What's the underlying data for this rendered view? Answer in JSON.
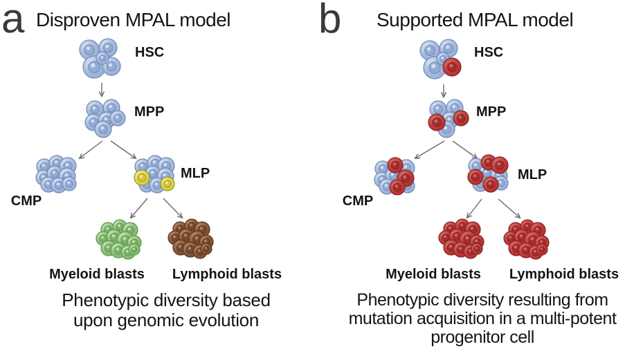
{
  "panels": [
    {
      "letter": "a",
      "title": "Disproven MPAL model",
      "caption_lines": [
        "Phenotypic diversity based",
        "upon genomic evolution"
      ],
      "nodes": {
        "hsc": {
          "label": "HSC",
          "scheme": "blue"
        },
        "mpp": {
          "label": "MPP",
          "scheme": "blue"
        },
        "cmp": {
          "label": "CMP",
          "scheme": "blue"
        },
        "mlp": {
          "label": "MLP",
          "scheme": "blue",
          "accent_scheme": "yellow",
          "accent_cells": [
            3,
            8
          ]
        },
        "myeloid": {
          "label": "Myeloid blasts",
          "scheme": "green"
        },
        "lymphoid": {
          "label": "Lymphoid blasts",
          "scheme": "brown"
        }
      },
      "edges": [
        [
          "hsc",
          "mpp"
        ],
        [
          "mpp",
          "cmp"
        ],
        [
          "mpp",
          "mlp"
        ],
        [
          "mlp",
          "myeloid"
        ],
        [
          "mlp",
          "lymphoid"
        ]
      ]
    },
    {
      "letter": "b",
      "title": "Supported MPAL model",
      "caption_lines": [
        "Phenotypic diversity resulting from",
        "mutation acquisition in a multi-potent",
        "progenitor cell"
      ],
      "nodes": {
        "hsc": {
          "label": "HSC",
          "scheme": "blue",
          "accent_scheme": "red",
          "accent_cells": [
            3
          ]
        },
        "mpp": {
          "label": "MPP",
          "scheme": "blue",
          "accent_scheme": "red",
          "accent_cells": [
            2,
            4
          ]
        },
        "cmp": {
          "label": "CMP",
          "scheme": "blue",
          "accent_scheme": "red",
          "accent_cells": [
            1,
            5,
            7
          ]
        },
        "mlp": {
          "label": "MLP",
          "scheme": "blue",
          "accent_scheme": "red",
          "accent_cells": [
            1,
            2,
            3,
            7
          ]
        },
        "myeloid": {
          "label": "Myeloid blasts",
          "scheme": "red"
        },
        "lymphoid": {
          "label": "Lymphoid blasts",
          "scheme": "red"
        }
      },
      "edges": [
        [
          "hsc",
          "mpp"
        ],
        [
          "mpp",
          "cmp"
        ],
        [
          "mpp",
          "mlp"
        ],
        [
          "mlp",
          "myeloid"
        ],
        [
          "mlp",
          "lymphoid"
        ]
      ]
    }
  ],
  "colors": {
    "schemes": {
      "blue": {
        "light": "#dbe6f5",
        "body": "#a7bcdf",
        "mid": "#92acd4",
        "line": "#7189b8"
      },
      "yellow": {
        "light": "#f4ee9f",
        "body": "#e0d54e",
        "mid": "#d2c63c",
        "line": "#9e9226"
      },
      "green": {
        "light": "#cde5c0",
        "body": "#92c180",
        "mid": "#7bb168",
        "line": "#5a9a4a"
      },
      "brown": {
        "light": "#bc8d68",
        "body": "#8a5a3c",
        "mid": "#774a2e",
        "line": "#5a3820"
      },
      "red": {
        "light": "#d5736f",
        "body": "#bf403f",
        "mid": "#a52c2b",
        "line": "#8c2220"
      }
    },
    "arrow": "#6a6a6a",
    "text": "#141414",
    "panel_letter": "#3a3a3a",
    "background": "#ffffff"
  }
}
